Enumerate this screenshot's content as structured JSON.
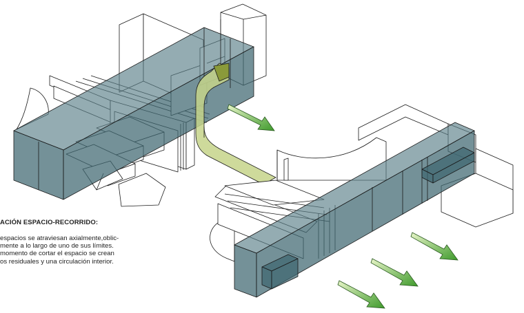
{
  "caption": {
    "title": "ACIÓN ESPACIO-RECORRIDO:",
    "lines": [
      "espacios se atraviesan axialmente,oblic-",
      "mente a lo largo de uno de sus límites.",
      "momento de cortar el espacio se crean",
      "os residuales y una circulación interior."
    ]
  },
  "colors": {
    "axis_slab": "#3f6770",
    "circulation_path": "#c6d48a",
    "arrow_green": "#5aa83c"
  },
  "icons": [
    "direction-arrow-icon"
  ]
}
